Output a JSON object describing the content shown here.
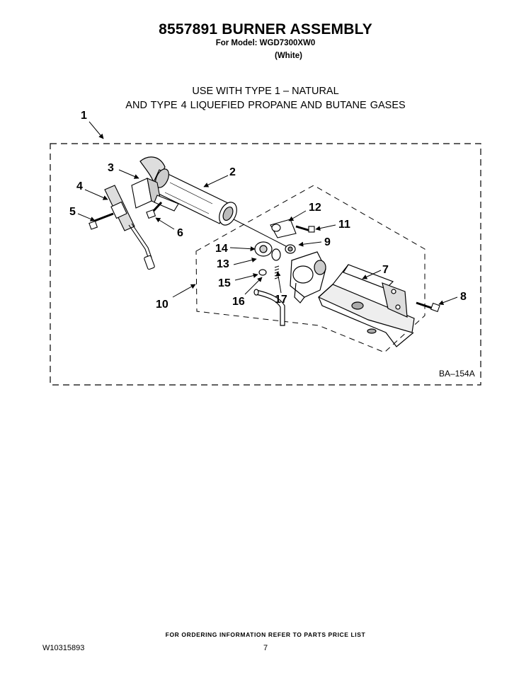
{
  "header": {
    "title": "8557891 BURNER ASSEMBLY",
    "model_line": "For Model: WGD7300XW0",
    "color_line": "(White)"
  },
  "usage": {
    "line1": "USE WITH TYPE 1 –  NATURAL",
    "line2": "AND TYPE 4    LIQUEFIED PROPANE AND BUTANE GASES"
  },
  "diagram": {
    "ref_code": "BA–154A",
    "callouts": {
      "c1": "1",
      "c2": "2",
      "c3": "3",
      "c4": "4",
      "c5": "5",
      "c6": "6",
      "c7": "7",
      "c8": "8",
      "c9": "9",
      "c10": "10",
      "c11": "11",
      "c12": "12",
      "c13": "13",
      "c14": "14",
      "c15": "15",
      "c16": "16",
      "c17": "17"
    }
  },
  "footer": {
    "note": "FOR ORDERING INFORMATION REFER TO PARTS PRICE LIST",
    "doc_number": "W10315893",
    "page_number": "7"
  }
}
